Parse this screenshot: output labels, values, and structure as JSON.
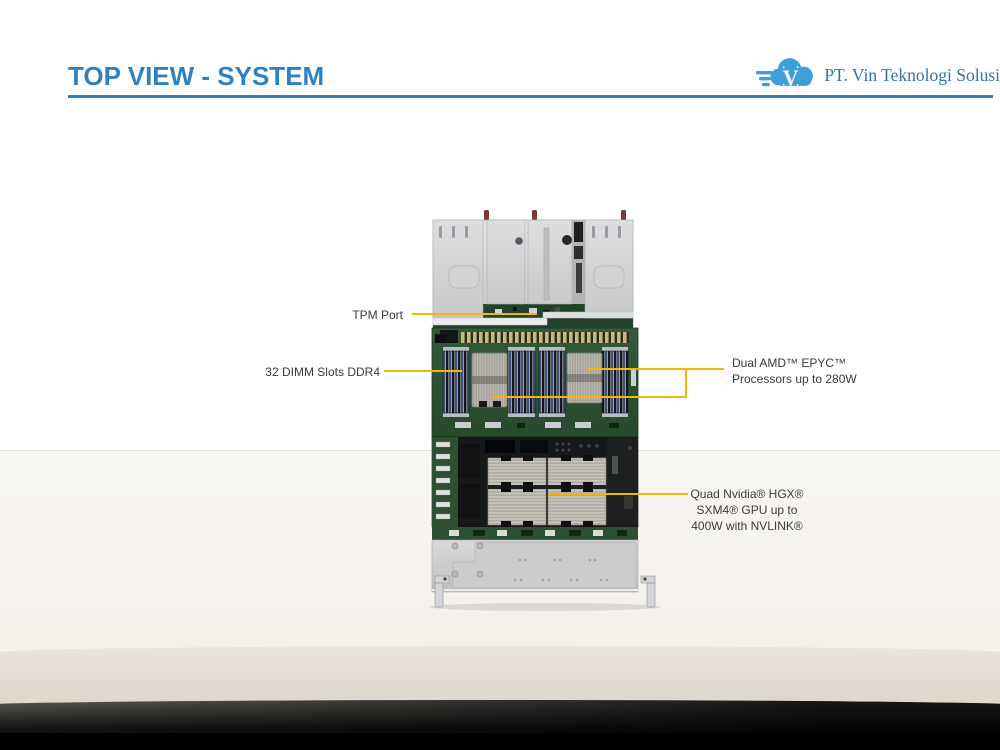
{
  "slide": {
    "title": "TOP VIEW - SYSTEM"
  },
  "logo": {
    "company": "PT. Vin Teknologi Solusi",
    "monogram": "V"
  },
  "callouts": {
    "tpm": {
      "label": "TPM Port"
    },
    "dimm": {
      "label": "32 DIMM Slots DDR4"
    },
    "cpu": {
      "line1": "Dual AMD™ EPYC™",
      "line2": "Processors up to 280W"
    },
    "gpu": {
      "line1": "Quad Nvidia® HGX®",
      "line2": "SXM4® GPU up to",
      "line3": "400W with NVLINK®"
    }
  },
  "colors": {
    "accent_callout": "#F2B50D",
    "title_blue": "#2E82C4",
    "logo_blue": "#3E9FD8",
    "label_text": "#3A3A3A"
  }
}
